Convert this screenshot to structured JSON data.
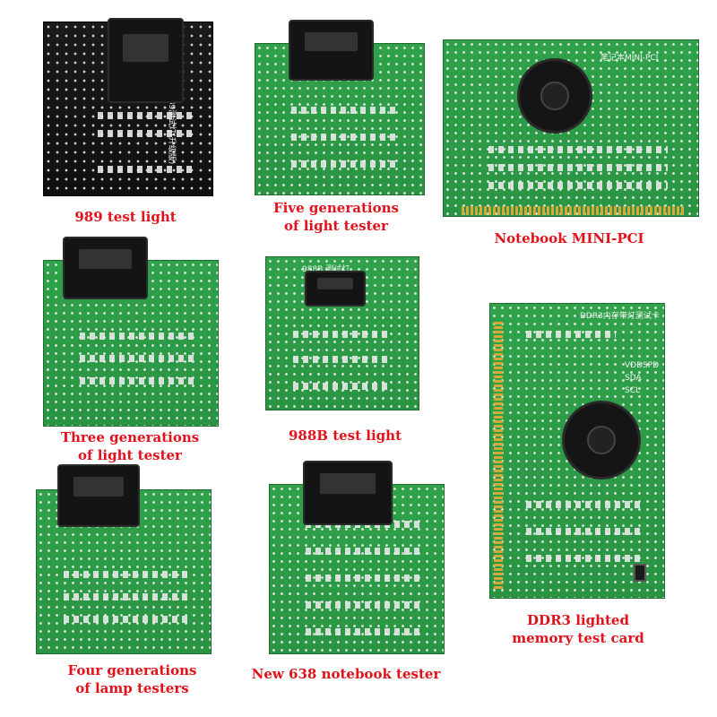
{
  "products": {
    "p989": {
      "caption": "989 test light",
      "board_label": "989测试灯(升级版)"
    },
    "five_gen": {
      "caption_line1": "Five generations",
      "caption_line2": "of light tester"
    },
    "mini_pci": {
      "caption": "Notebook MINI-PCI",
      "board_label": "笔记本MINI-PCI"
    },
    "three_gen": {
      "caption_line1": "Three generations",
      "caption_line2": "of light tester"
    },
    "p988b": {
      "caption": "988B test light",
      "board_label": "988B 测试灯"
    },
    "ddr3": {
      "caption_line1": "DDR3 lighted",
      "caption_line2": "memory test card",
      "board_label": "DDR3内存带灯测试卡",
      "pin_labels": [
        "VDDSPD",
        "SDA",
        "SCL"
      ]
    },
    "four_gen": {
      "caption_line1": "Four generations",
      "caption_line2": "of lamp testers"
    },
    "nb638": {
      "caption": "New 638 notebook tester"
    }
  },
  "colors": {
    "caption": "#e1121b",
    "pcb_green": "#2fa24a",
    "pcb_black": "#151515",
    "gold_pins": "#d4a93a"
  }
}
